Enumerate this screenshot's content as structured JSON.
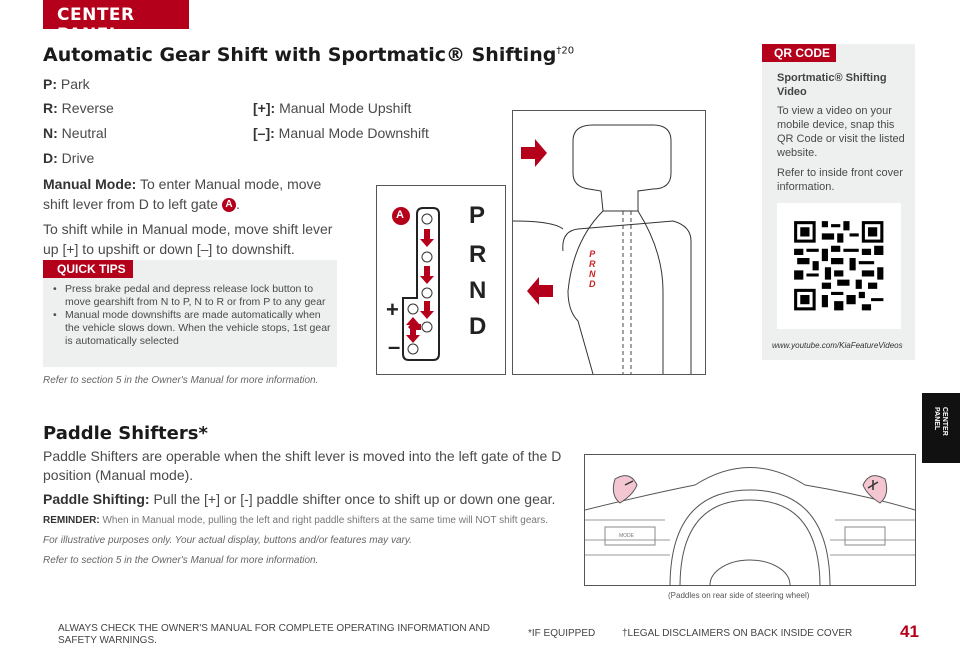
{
  "header": {
    "section_tab": "CENTER PANEL"
  },
  "title": {
    "text": "Automatic Gear Shift with Sportmatic® Shifting",
    "sup": "†20"
  },
  "legend": [
    {
      "key": "P:",
      "value": "Park"
    },
    {
      "key": "R:",
      "value": "Reverse"
    },
    {
      "key": "N:",
      "value": "Neutral"
    },
    {
      "key": "D:",
      "value": "Drive"
    },
    {
      "key": "[+]:",
      "value": "Manual Mode Upshift"
    },
    {
      "key": "[–]:",
      "value": "Manual Mode Downshift"
    }
  ],
  "manual_mode": {
    "label": "Manual Mode:",
    "text": "To enter Manual mode, move shift lever from D to left gate",
    "badge": "A",
    "end": "."
  },
  "shift_text": "To shift while in Manual mode, move shift lever up [+] to upshift or down [–] to downshift.",
  "quick_tips": {
    "label": "QUICK TIPS",
    "items": [
      "Press brake pedal and depress release lock button to move gearshift from N to P, N to R or from P to any gear",
      "Manual mode downshifts are made automatically when the vehicle slows down. When the vehicle stops, 1st gear is automatically selected"
    ]
  },
  "refer1": "Refer to section 5 in the Owner's Manual for more information.",
  "diagram": {
    "badge": "A",
    "gears": [
      "P",
      "R",
      "N",
      "D"
    ],
    "plus": "+",
    "minus": "–",
    "lever_gears": [
      "P",
      "R",
      "N",
      "D"
    ]
  },
  "qr": {
    "label": "QR CODE",
    "title": "Sportmatic® Shifting Video",
    "p1": "To view a video on your mobile device, snap this QR Code or visit the listed website.",
    "p2": "Refer to inside front cover information.",
    "url": "www.youtube.com/KiaFeatureVideos"
  },
  "side_tab": "CENTER PANEL",
  "paddle": {
    "title": "Paddle Shifters*",
    "p1": "Paddle Shifters are operable when the shift lever is moved into the left gate of the D position (Manual mode).",
    "shift_label": "Paddle Shifting:",
    "shift_text": "Pull the [+] or [-] paddle shifter once to shift up or down one gear.",
    "reminder_label": "REMINDER:",
    "reminder_text": "When in Manual mode, pulling the left and right paddle shifters at the same time will NOT shift gears.",
    "illus": "For illustrative purposes only. Your actual display, buttons and/or features may vary.",
    "refer": "Refer to section 5 in the Owner's Manual for more information.",
    "caption": "(Paddles on rear side of steering wheel)",
    "mode_btn": "MODE"
  },
  "footer": {
    "warning": "ALWAYS CHECK THE OWNER'S MANUAL FOR COMPLETE OPERATING INFORMATION AND SAFETY WARNINGS.",
    "equipped": "*IF EQUIPPED",
    "legal": "†LEGAL DISCLAIMERS ON BACK INSIDE COVER",
    "page": "41"
  },
  "colors": {
    "accent": "#b5001c",
    "panel": "#eeefef",
    "paddle": "#f4c6d2"
  }
}
